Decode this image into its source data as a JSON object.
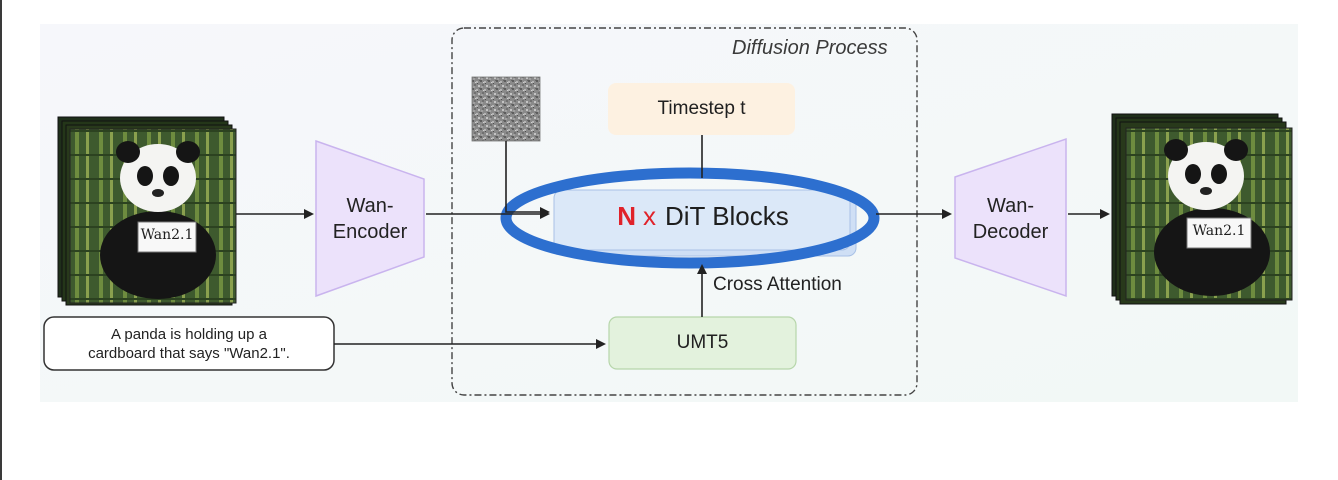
{
  "diagram": {
    "diffusion_process_title": "Diffusion Process",
    "timestep_label": "Timestep t",
    "dit_blocks": {
      "n": "N",
      "x": "x",
      "label": "DiT Blocks"
    },
    "cross_attention_label": "Cross Attention",
    "umt5_label": "UMT5",
    "encoder": {
      "line1": "Wan-",
      "line2": "Encoder"
    },
    "decoder": {
      "line1": "Wan-",
      "line2": "Decoder"
    },
    "prompt": {
      "line1": "A panda is holding up a",
      "line2": "cardboard that says \"Wan2.1\"."
    },
    "input_card_text": "Wan2.1",
    "output_card_text": "Wan2.1",
    "colors": {
      "encoder_fill": "#ece2fb",
      "encoder_stroke": "#c9b4ee",
      "timestep_fill": "#fdf1e1",
      "umt5_fill": "#e3f2dd",
      "umt5_stroke": "#b6d6aa",
      "dit_fill": "#dbe8f8",
      "ellipse_stroke": "#2d6fcf",
      "accent_red": "#e0222a"
    }
  }
}
